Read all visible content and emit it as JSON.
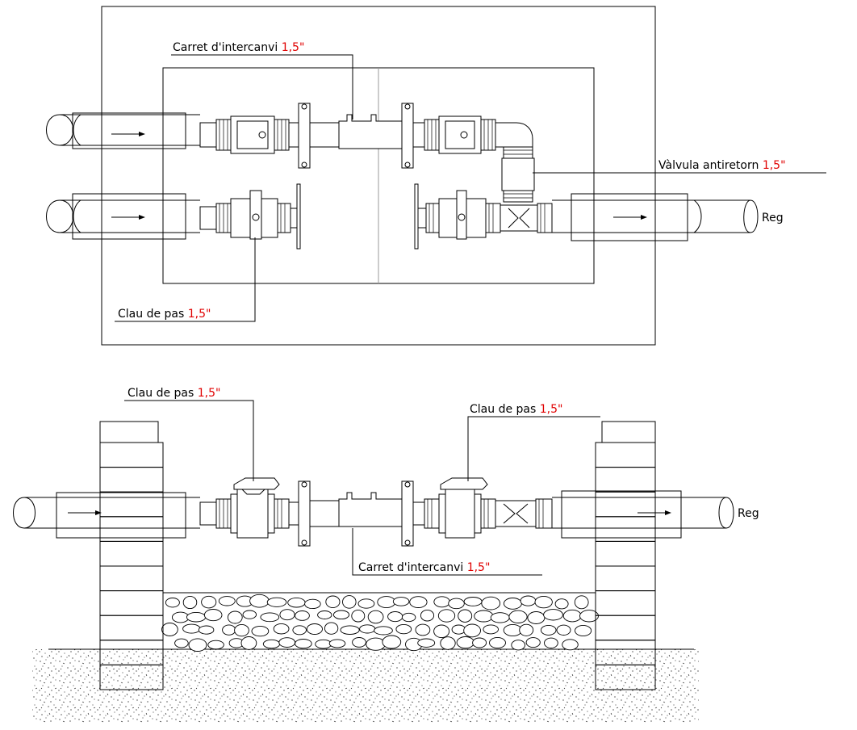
{
  "plan_view": {
    "label_carret": {
      "text": "Carret d'intercanvi",
      "size": "1,5\""
    },
    "label_valvula": {
      "text": "Vàlvula antiretorn",
      "size": "1,5\""
    },
    "label_clau": {
      "text": "Clau de pas",
      "size": "1,5\""
    },
    "outlet_label": "Reg"
  },
  "section_view": {
    "label_clau_left": {
      "text": "Clau de pas",
      "size": "1,5\""
    },
    "label_clau_right": {
      "text": "Clau de pas",
      "size": "1,5\""
    },
    "label_carret": {
      "text": "Carret d'intercanvi",
      "size": "1,5\""
    },
    "outlet_label": "Reg"
  },
  "colors": {
    "line": "#000000",
    "dimension_text": "#e00000",
    "divider": "#9a9a9a"
  }
}
